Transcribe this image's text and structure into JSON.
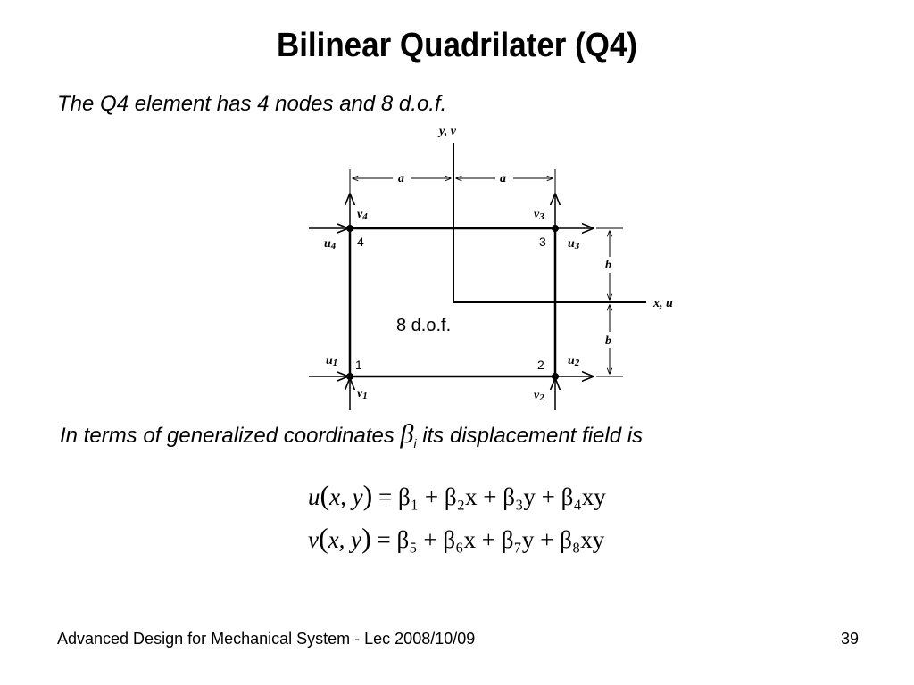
{
  "slide": {
    "title": "Bilinear Quadrilater (Q4)",
    "subtitle": "The Q4 element has 4 nodes and 8 d.o.f.",
    "coords_text_before": "In terms of generalized coordinates",
    "coords_symbol": "β",
    "coords_symbol_sub": "i",
    "coords_text_after": "its displacement field is",
    "footer": "Advanced Design for Mechanical System - Lec 2008/10/09",
    "page_number": "39"
  },
  "diagram": {
    "axis_y_label": "y, v",
    "axis_x_label": "x, u",
    "dim_a_label": "a",
    "dim_b_label": "b",
    "center_label": "8 d.o.f.",
    "nodes": [
      {
        "number": "1",
        "u": "u",
        "u_sub": "1",
        "v": "v",
        "v_sub": "1"
      },
      {
        "number": "2",
        "u": "u",
        "u_sub": "2",
        "v": "v",
        "v_sub": "2"
      },
      {
        "number": "3",
        "u": "u",
        "u_sub": "3",
        "v": "v",
        "v_sub": "3"
      },
      {
        "number": "4",
        "u": "u",
        "u_sub": "4",
        "v": "v",
        "v_sub": "4"
      }
    ]
  },
  "equations": {
    "eq1": {
      "lhs": "u",
      "args": "x, y",
      "rhs": "= β₁ + β₂x + β₃y + β₄xy"
    },
    "eq2": {
      "lhs": "v",
      "args": "x, y",
      "rhs": "= β₅ + β₆x + β₇y + β₈xy"
    }
  }
}
